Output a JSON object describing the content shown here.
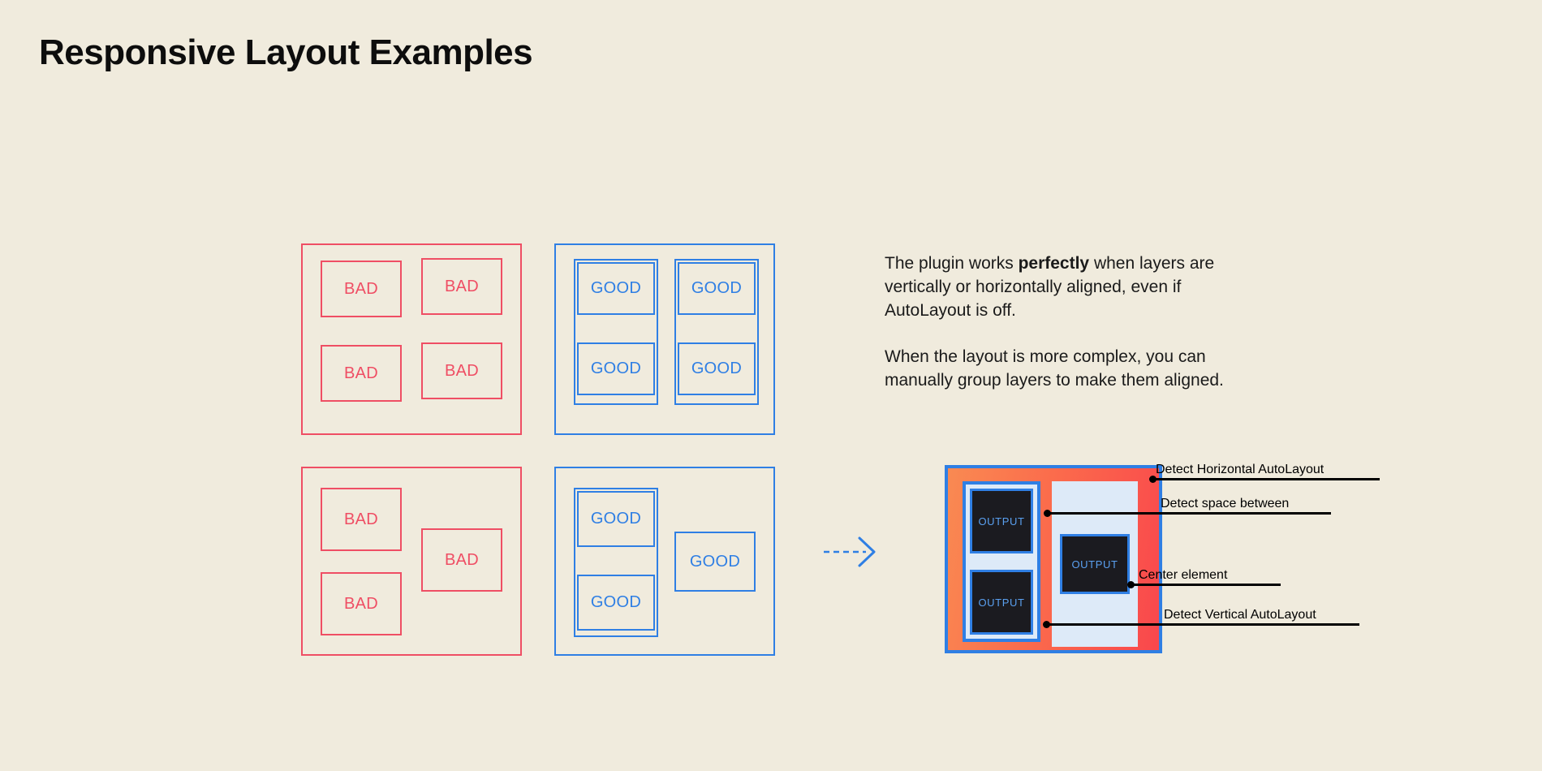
{
  "page": {
    "title": "Responsive Layout Examples",
    "background_color": "#f0ebdd",
    "bad_color": "#ef4e64",
    "good_color": "#2f7fe4",
    "accent_orange": "#f98a52",
    "accent_red": "#f9474c",
    "output_bg": "#1b1b20",
    "output_text_color": "#5aa0f0",
    "light_blue_fill": "#ddeaf8"
  },
  "examples": [
    {
      "id": "bad-grid",
      "kind": "bad",
      "cells": [
        {
          "label": "BAD"
        },
        {
          "label": "BAD"
        },
        {
          "label": "BAD"
        },
        {
          "label": "BAD"
        }
      ]
    },
    {
      "id": "good-grid",
      "kind": "good",
      "cells": [
        {
          "label": "GOOD"
        },
        {
          "label": "GOOD"
        },
        {
          "label": "GOOD"
        },
        {
          "label": "GOOD"
        }
      ]
    },
    {
      "id": "bad-irregular",
      "kind": "bad",
      "cells": [
        {
          "label": "BAD"
        },
        {
          "label": "BAD"
        },
        {
          "label": "BAD"
        }
      ]
    },
    {
      "id": "good-grouped",
      "kind": "good",
      "cells": [
        {
          "label": "GOOD"
        },
        {
          "label": "GOOD"
        },
        {
          "label": "GOOD"
        }
      ]
    }
  ],
  "arrow": {
    "icon": "dashed-arrow-right-icon",
    "color": "#2f7fe4",
    "style": "dashed"
  },
  "description": {
    "paragraph1_before": "The plugin works ",
    "paragraph1_bold": "perfectly",
    "paragraph1_after": " when layers are vertically or horizontally aligned, even if AutoLayout is off.",
    "paragraph2": "When the layout is more complex, you can manually group layers to make them aligned."
  },
  "result": {
    "outputs": [
      {
        "label": "OUTPUT"
      },
      {
        "label": "OUTPUT"
      },
      {
        "label": "OUTPUT"
      }
    ],
    "callouts": [
      {
        "label": "Detect Horizontal AutoLayout"
      },
      {
        "label": "Detect space between"
      },
      {
        "label": "Center element"
      },
      {
        "label": "Detect Vertical AutoLayout"
      }
    ]
  }
}
